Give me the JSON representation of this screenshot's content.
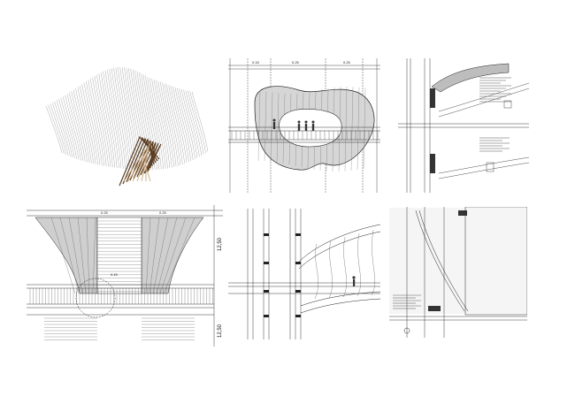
{
  "sheet": {
    "background": "#ffffff",
    "line_color": "#1a1a1a",
    "panels": [
      {
        "id": "wireframe-3d",
        "type": "3d-wireframe-perspective"
      },
      {
        "id": "plan-canopy",
        "type": "plan-drawing"
      },
      {
        "id": "detail-top-right",
        "type": "section-detail"
      },
      {
        "id": "elevation-funnel",
        "type": "elevation-drawing"
      },
      {
        "id": "section-columns",
        "type": "section-drawing"
      },
      {
        "id": "detail-bottom-right",
        "type": "section-detail"
      }
    ]
  },
  "dims": {
    "p2_top": [
      "0.15",
      "0.25",
      "0.25"
    ],
    "p4_top": [
      "0.25",
      "0.25"
    ],
    "p4_right_upper": "12,50",
    "p4_right_lower": "12,50",
    "p4_small": "0.15"
  },
  "colors": {
    "wood_dark": "#5a3d22",
    "wood_light": "#c9a57a",
    "hatch_gray": "#b8b8b8",
    "fill_gray": "#d4d4d4"
  }
}
